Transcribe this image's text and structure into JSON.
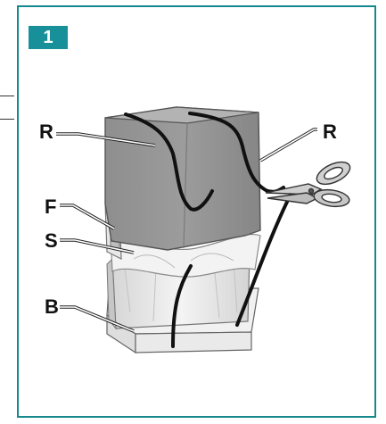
{
  "figure": {
    "number": "1",
    "labels": {
      "left_top": "R",
      "right_top": "R",
      "left_f": "F",
      "left_s": "S",
      "left_b": "B"
    },
    "colors": {
      "frame": "#16898f",
      "badge": "#17909a"
    },
    "icons": [
      "scissors-icon"
    ]
  }
}
